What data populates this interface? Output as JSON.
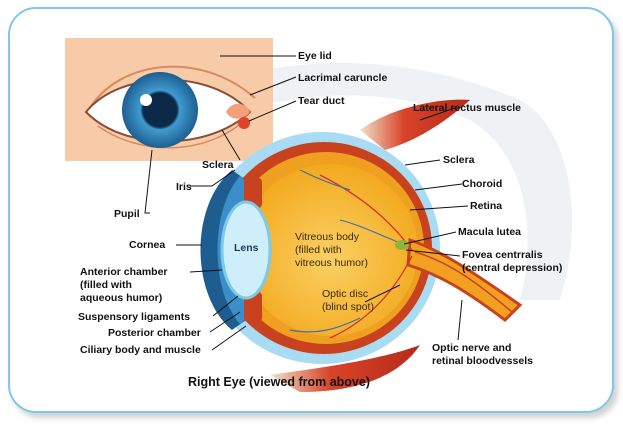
{
  "labels": {
    "eye_lid": "Eye lid",
    "lacrimal_caruncle": "Lacrimal caruncle",
    "tear_duct": "Tear duct",
    "lateral_rectus": "Lateral rectus muscle",
    "sclera_front": "Sclera",
    "sclera": "Sclera",
    "choroid": "Choroid",
    "iris": "Iris",
    "retina": "Retina",
    "pupil": "Pupil",
    "macula": "Macula lutea",
    "cornea": "Cornea",
    "lens": "Lens",
    "vitreous_1": "Vitreous body",
    "vitreous_2": "(filled with",
    "vitreous_3": "vitreous humor)",
    "fovea_1": "Fovea centrralis",
    "fovea_2": "(central depression)",
    "anterior_1": "Anterior chamber",
    "anterior_2": "(filled with",
    "anterior_3": "aqueous humor)",
    "optic_disc_1": "Optic disc",
    "optic_disc_2": "(blind spot)",
    "suspensory": "Suspensory ligaments",
    "posterior": "Posterior chamber",
    "optic_nerve_1": "Optic nerve and",
    "optic_nerve_2": "retinal bloodvessels",
    "ciliary": "Ciliary body and muscle"
  },
  "caption": "Right Eye (viewed from above)",
  "colors": {
    "frame": "#7ec8e8",
    "skin": "#f7c9a8",
    "iris": "#2b7bb0",
    "sclera_outer": "#a8dcf2",
    "choroid": "#c9421f",
    "retina": "#f0a020",
    "vitreous": "#f7b733",
    "muscle": "#c8301c"
  }
}
